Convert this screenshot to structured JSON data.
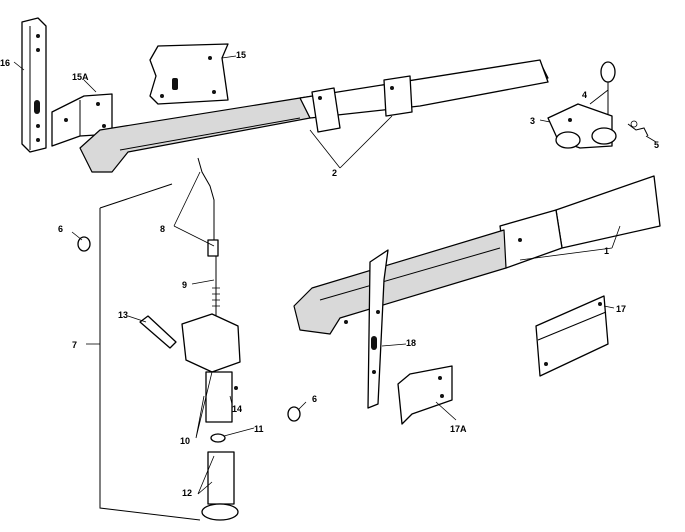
{
  "callouts": {
    "c1": "1",
    "c2": "2",
    "c3": "3",
    "c4": "4",
    "c5": "5",
    "c6a": "6",
    "c6b": "6",
    "c7": "7",
    "c8": "8",
    "c9": "9",
    "c10": "10",
    "c11": "11",
    "c12": "12",
    "c13": "13",
    "c14": "14",
    "c15": "15",
    "c15a": "15A",
    "c16": "16",
    "c17": "17",
    "c17a": "17A",
    "c18": "18"
  }
}
